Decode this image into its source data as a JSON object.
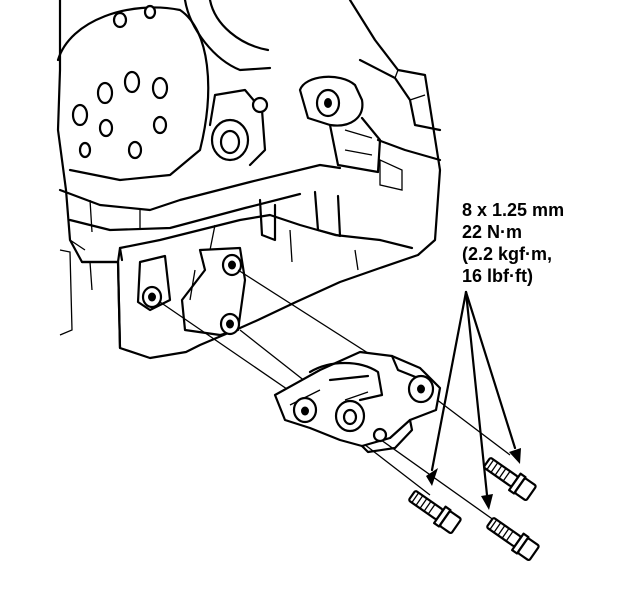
{
  "spec": {
    "bolt_size": "8 x 1.25 mm",
    "torque_nm": "22 N·m",
    "torque_kgfm": "(2.2 kgf·m,",
    "torque_lbfft": "16 lbf·ft)"
  },
  "colors": {
    "ink": "#000000",
    "paper": "#ffffff"
  }
}
